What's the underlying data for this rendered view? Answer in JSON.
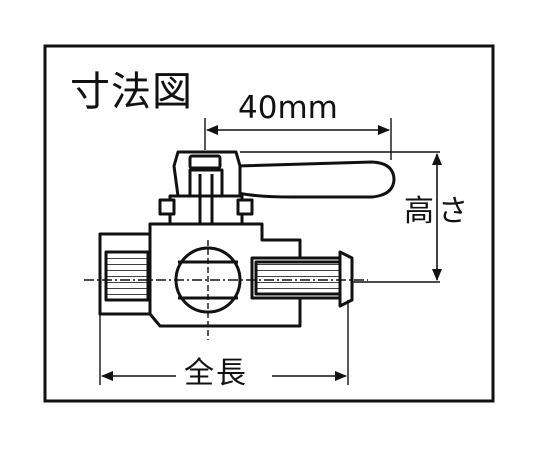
{
  "diagram": {
    "title": "寸法図",
    "width_label": "40mm",
    "height_label": "高さ",
    "length_label": "全長"
  },
  "colors": {
    "line": "#111111",
    "fill": "#ffffff"
  }
}
